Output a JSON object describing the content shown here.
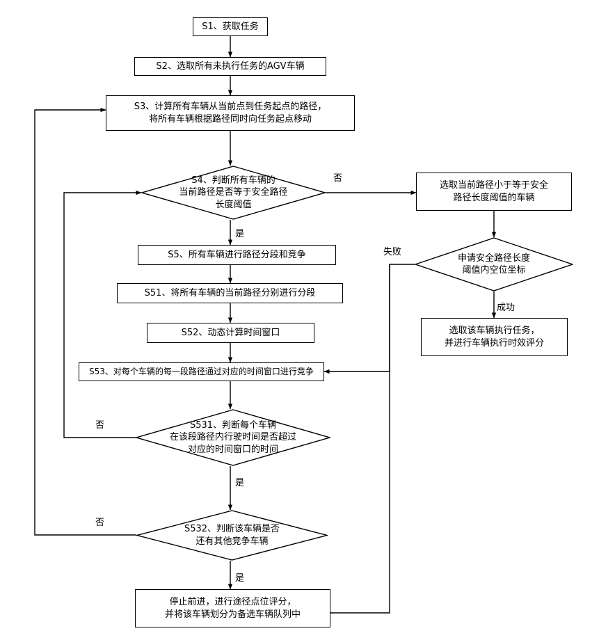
{
  "diagram": {
    "title": "AGV车辆任务调度流程图",
    "stroke_color": "#000000",
    "fill_color": "#ffffff",
    "background": "#ffffff"
  },
  "nodes": {
    "s1": {
      "label": "S1、获取任务",
      "shape": "process"
    },
    "s2": {
      "label": "S2、选取所有未执行任务的AGV车辆",
      "shape": "process"
    },
    "s3": {
      "label": "S3、计算所有车辆从当前点到任务起点的路径，\n将所有车辆根据路径同时向任务起点移动",
      "shape": "process"
    },
    "s4": {
      "label": "S4、判断所有车辆的\n当前路径是否等于安全路径\n长度阈值",
      "shape": "decision"
    },
    "select_vehicle": {
      "label": "选取当前路径小于等于安全\n路径长度阈值的车辆",
      "shape": "process"
    },
    "apply_slot": {
      "label": "申请安全路径长度\n阈值内空位坐标",
      "shape": "decision"
    },
    "exec_task": {
      "label": "选取该车辆执行任务，\n并进行车辆执行时效评分",
      "shape": "process"
    },
    "s5": {
      "label": "S5、所有车辆进行路径分段和竞争",
      "shape": "process"
    },
    "s51": {
      "label": "S51、将所有车辆的当前路径分别进行分段",
      "shape": "process"
    },
    "s52": {
      "label": "S52、动态计算时间窗口",
      "shape": "process"
    },
    "s53": {
      "label": "S53、对每个车辆的每一段路径通过对应的时间窗口进行竞争",
      "shape": "process"
    },
    "s531": {
      "label": "S531、判断每个车辆\n在该段路径内行驶时间是否超过\n对应的时间窗口的时间",
      "shape": "decision"
    },
    "s532": {
      "label": "S532、判断该车辆是否\n还有其他竞争车辆",
      "shape": "decision"
    },
    "stop_score": {
      "label": "停止前进，进行途径点位评分，\n并将该车辆划分为备选车辆队列中",
      "shape": "process"
    }
  },
  "edge_labels": {
    "s4_no": "否",
    "s4_yes": "是",
    "apply_fail": "失败",
    "apply_success": "成功",
    "s531_no": "否",
    "s531_yes": "是",
    "s532_no": "否",
    "s532_yes": "是"
  }
}
